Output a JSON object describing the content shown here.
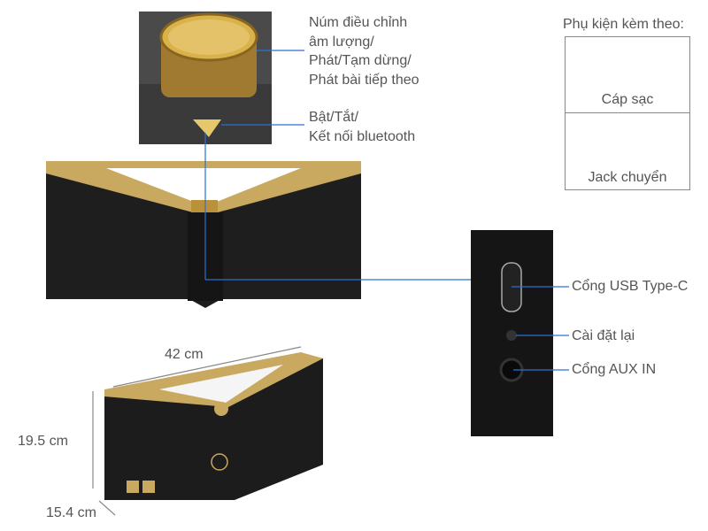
{
  "callouts": {
    "volume_knob": [
      "Núm điều chỉnh",
      "âm lượng/",
      "Phát/Tạm dừng/",
      "Phát bài tiếp theo"
    ],
    "power_button": [
      "Bật/Tắt/",
      "Kết nối bluetooth"
    ],
    "usb_c": "Cổng USB Type-C",
    "reset": "Cài đặt lại",
    "aux": "Cổng AUX IN"
  },
  "accessories": {
    "title": "Phụ kiện kèm theo:",
    "items": [
      {
        "label": "Cáp sạc"
      },
      {
        "label": "Jack chuyển"
      }
    ]
  },
  "dimensions": {
    "width": "42 cm",
    "height": "19.5 cm",
    "depth": "15.4 cm"
  },
  "colors": {
    "callout_line": "#2a6fd6",
    "gold": "#c9a860",
    "body": "#1c1c1c"
  }
}
